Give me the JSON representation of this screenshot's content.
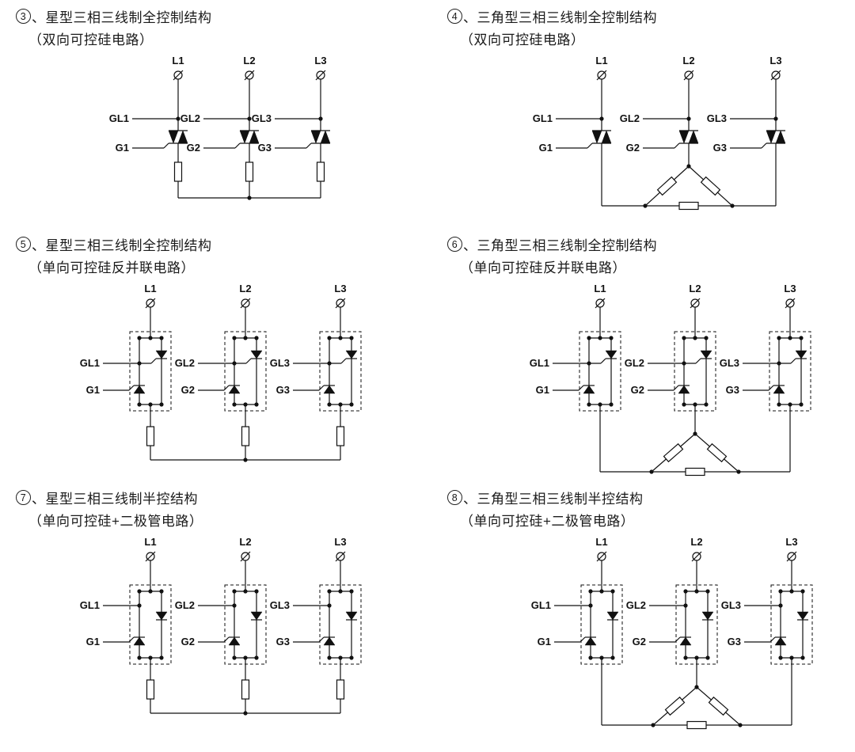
{
  "panels": [
    {
      "id": "c3",
      "num": "3",
      "line1": "、星型三相三线制全控制结构",
      "line2": "（双向可控硅电路）",
      "type": "triac",
      "bottom": "star",
      "phases": [
        "L1",
        "L2",
        "L3"
      ],
      "gate_line_labels": [
        "GL1",
        "GL2",
        "GL3"
      ],
      "gate_labels": [
        "G1",
        "G2",
        "G3"
      ]
    },
    {
      "id": "c4",
      "num": "4",
      "line1": "、三角型三相三线制全控制结构",
      "line2": "（双向可控硅电路）",
      "type": "triac",
      "bottom": "delta",
      "phases": [
        "L1",
        "L2",
        "L3"
      ],
      "gate_line_labels": [
        "GL1",
        "GL2",
        "GL3"
      ],
      "gate_labels": [
        "G1",
        "G2",
        "G3"
      ]
    },
    {
      "id": "c5",
      "num": "5",
      "line1": "、星型三相三线制全控制结构",
      "line2": "（单向可控硅反并联电路）",
      "type": "scr-pair",
      "bottom": "star",
      "phases": [
        "L1",
        "L2",
        "L3"
      ],
      "gate_line_labels": [
        "GL1",
        "GL2",
        "GL3"
      ],
      "gate_labels": [
        "G1",
        "G2",
        "G3"
      ]
    },
    {
      "id": "c6",
      "num": "6",
      "line1": "、三角型三相三线制全控制结构",
      "line2": "（单向可控硅反并联电路）",
      "type": "scr-pair",
      "bottom": "delta",
      "phases": [
        "L1",
        "L2",
        "L3"
      ],
      "gate_line_labels": [
        "GL1",
        "GL2",
        "GL3"
      ],
      "gate_labels": [
        "G1",
        "G2",
        "G3"
      ]
    },
    {
      "id": "c7",
      "num": "7",
      "line1": "、星型三相三线制半控结构",
      "line2": "（单向可控硅+二极管电路）",
      "type": "scr-diode",
      "bottom": "star",
      "phases": [
        "L1",
        "L2",
        "L3"
      ],
      "gate_line_labels": [
        "GL1",
        "GL2",
        "GL3"
      ],
      "gate_labels": [
        "G1",
        "G2",
        "G3"
      ]
    },
    {
      "id": "c8",
      "num": "8",
      "line1": "、三角型三相三线制半控结构",
      "line2": "（单向可控硅+二极管电路）",
      "type": "scr-diode",
      "bottom": "delta",
      "phases": [
        "L1",
        "L2",
        "L3"
      ],
      "gate_line_labels": [
        "GL1",
        "GL2",
        "GL3"
      ],
      "gate_labels": [
        "G1",
        "G2",
        "G3"
      ]
    }
  ],
  "colors": {
    "line": "#111111",
    "background": "#ffffff"
  }
}
